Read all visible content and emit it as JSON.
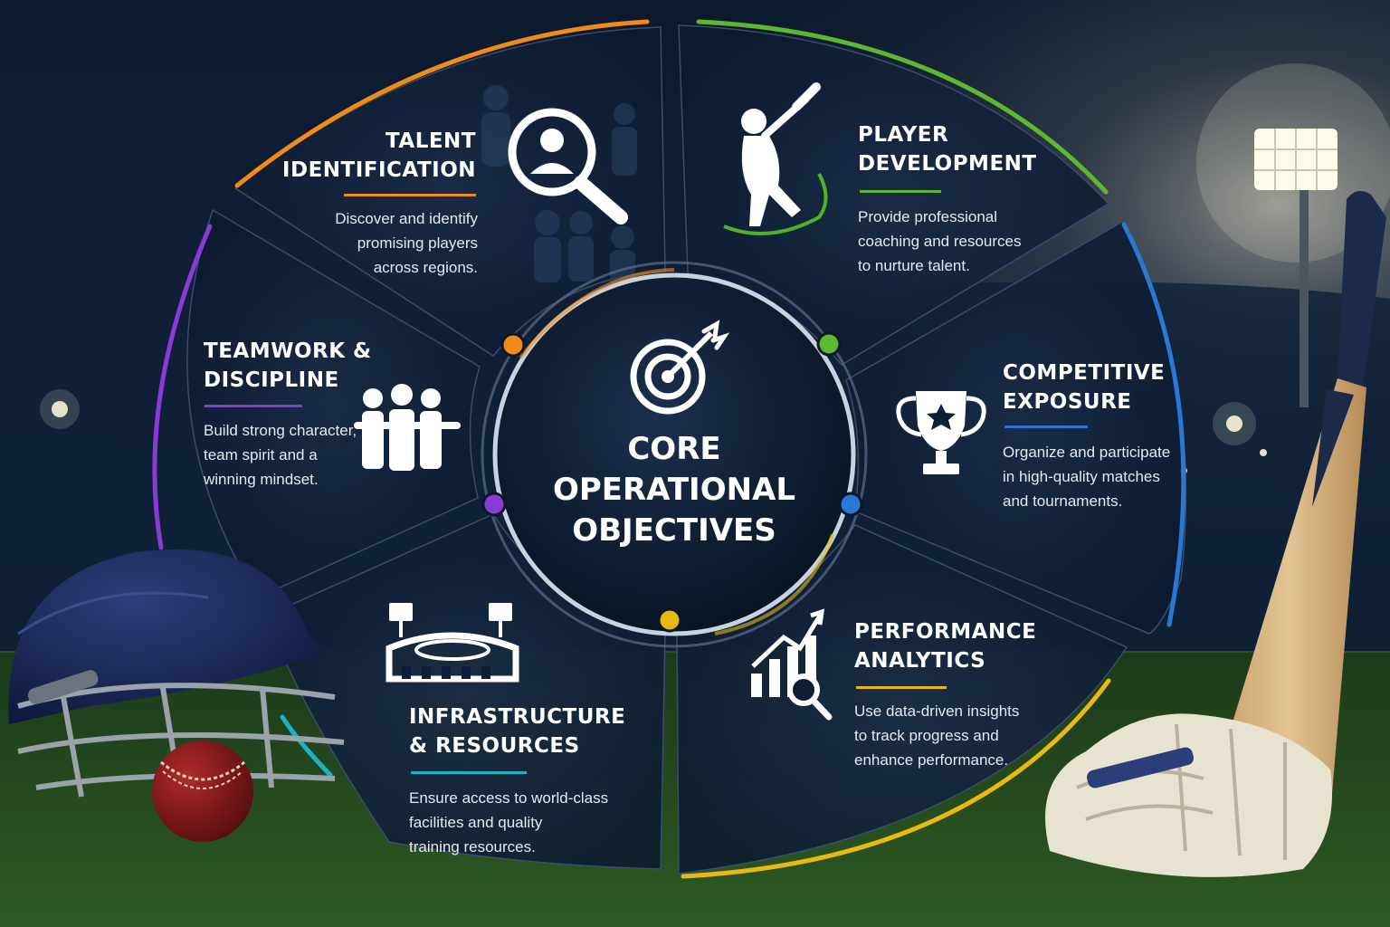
{
  "center": {
    "lines": [
      "CORE",
      "OPERATIONAL",
      "OBJECTIVES"
    ],
    "icon": "target-arrow-icon"
  },
  "segments": [
    {
      "id": "talent",
      "title_lines": [
        "TALENT",
        "IDENTIFICATION"
      ],
      "desc_lines": [
        "Discover and identify",
        "promising players",
        "across regions."
      ],
      "color": "#f28a1a",
      "icon": "magnifier-person-icon"
    },
    {
      "id": "player",
      "title_lines": [
        "PLAYER",
        "DEVELOPMENT"
      ],
      "desc_lines": [
        "Provide professional",
        "coaching and resources",
        "to nurture talent."
      ],
      "color": "#5cb82e",
      "icon": "batsman-icon"
    },
    {
      "id": "competitive",
      "title_lines": [
        "COMPETITIVE",
        "EXPOSURE"
      ],
      "desc_lines": [
        "Organize and participate",
        "in high-quality matches",
        "and tournaments."
      ],
      "color": "#2a78d4",
      "icon": "trophy-icon"
    },
    {
      "id": "performance",
      "title_lines": [
        "PERFORMANCE",
        "ANALYTICS"
      ],
      "desc_lines": [
        "Use data-driven insights",
        "to track progress and",
        "enhance performance."
      ],
      "color": "#e8b912",
      "icon": "chart-magnifier-icon"
    },
    {
      "id": "infrastructure",
      "title_lines": [
        "INFRASTRUCTURE",
        "& RESOURCES"
      ],
      "desc_lines": [
        "Ensure access to world-class",
        "facilities and quality",
        "training resources."
      ],
      "color": "#1bb3c4",
      "icon": "stadium-icon"
    },
    {
      "id": "teamwork",
      "title_lines": [
        "TEAMWORK &",
        "DISCIPLINE"
      ],
      "desc_lines": [
        "Build strong character,",
        "team spirit and a",
        "winning mindset."
      ],
      "color": "#8a3ad6",
      "icon": "team-group-icon"
    }
  ],
  "decor": {
    "helmet": "cricket-helmet-icon",
    "ball": "cricket-ball-icon",
    "bat": "cricket-bat-icon",
    "gloves": "batting-gloves-icon",
    "floodlight": "floodlight-icon"
  }
}
